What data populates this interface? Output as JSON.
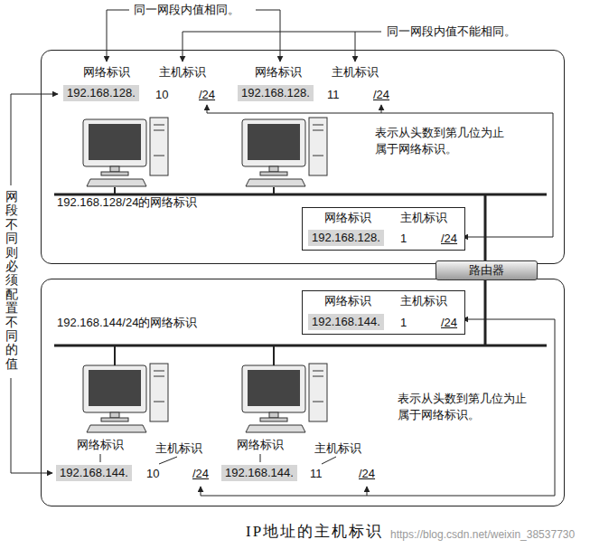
{
  "diagram": {
    "caption": "IP地址的主机标识",
    "nodes": [
      {
        "text": [
          "192.168.128/24的网络标识"
        ]
      },
      {
        "text": [
          "网络标识",
          "主机标识",
          "192.168.128.",
          "1",
          "/24"
        ],
        "in": 0
      },
      {
        "text": [
          "路由器"
        ]
      },
      {
        "text": [
          "192.168.144/24的网络标识"
        ]
      },
      {
        "text": [
          "网络标识",
          "主机标识",
          "192.168.144.",
          "1",
          "/24"
        ],
        "in": 3
      }
    ],
    "edges": [
      {
        "from": 2,
        "to": 0,
        "arrow": "none"
      },
      {
        "from": 2,
        "to": 3,
        "arrow": "none"
      }
    ],
    "labels": [
      "同一网段内值相同。",
      "同一网段内值不能相同。",
      "网络标识",
      "主机标识",
      "192.168.128.",
      "10",
      "/24",
      "网络标识",
      "主机标识",
      "192.168.128.",
      "11",
      "/24",
      "表示从头数到第几位为止属于网络标识。",
      "表示从头数到第几位为止属于网络标识。",
      "网络标识",
      "主机标识",
      "192.168.144.",
      "10",
      "/24",
      "网络标识",
      "主机标识",
      "192.168.144.",
      "11",
      "/24",
      "网段不同则必须配置不同的值",
      "https://blog.csdn.net/weixin_38537730"
    ]
  }
}
